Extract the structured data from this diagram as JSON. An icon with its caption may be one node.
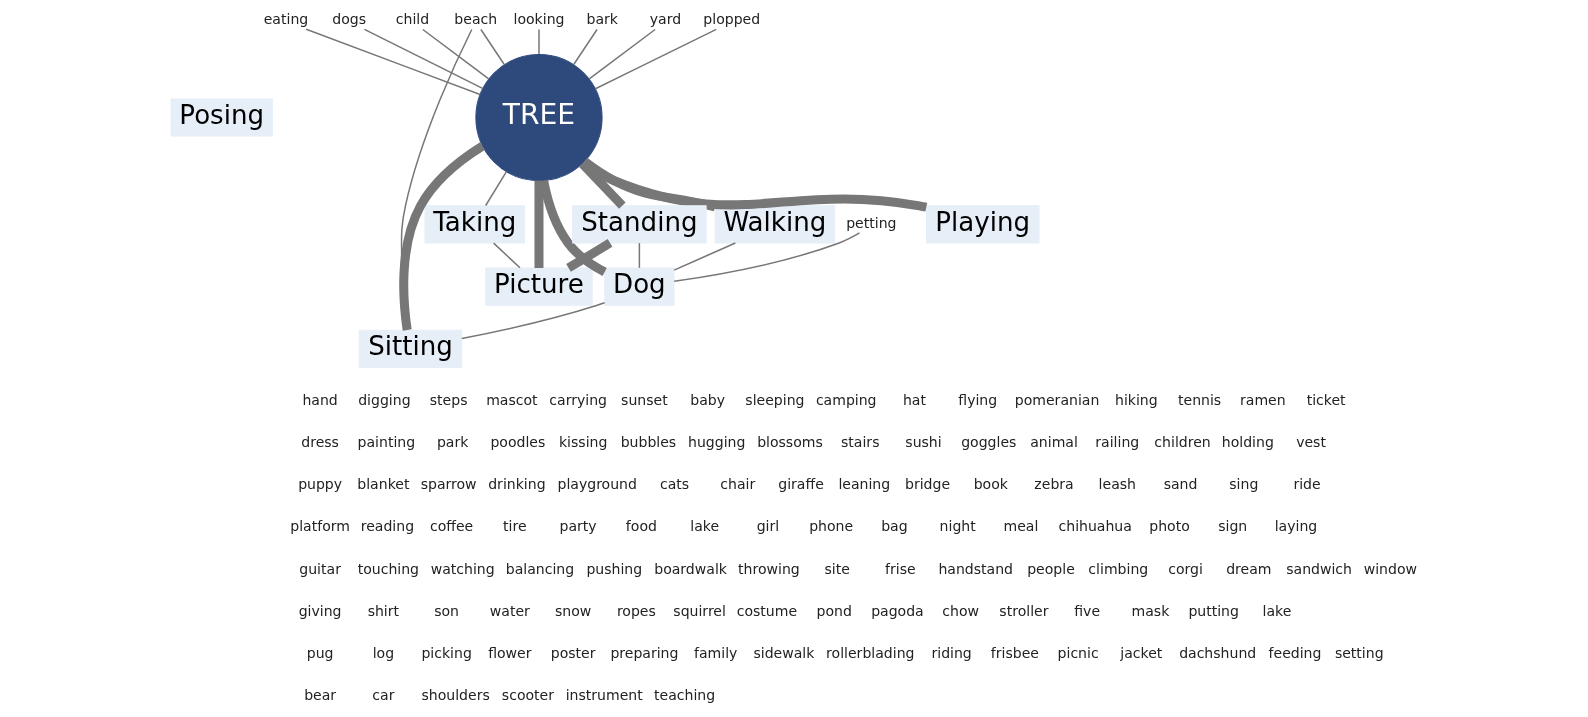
{
  "diagram": {
    "nodes": [
      {
        "text": [
          "TREE"
        ]
      },
      {
        "text": [
          "Taking"
        ]
      },
      {
        "text": [
          "Walking"
        ]
      },
      {
        "text": [
          "Playing"
        ]
      },
      {
        "text": [
          "Picture"
        ]
      },
      {
        "text": [
          "Dog"
        ]
      },
      {
        "text": [
          "Sitting"
        ]
      },
      {
        "text": [
          "Standing"
        ]
      },
      {
        "text": [
          "Posing"
        ]
      },
      {
        "text": [
          "beach"
        ]
      },
      {
        "text": [
          "eating"
        ]
      },
      {
        "text": [
          "dogs"
        ]
      },
      {
        "text": [
          "child"
        ]
      },
      {
        "text": [
          "looking"
        ]
      },
      {
        "text": [
          "bark"
        ]
      },
      {
        "text": [
          "yard"
        ]
      },
      {
        "text": [
          "plopped"
        ]
      },
      {
        "text": [
          "petting"
        ]
      }
    ],
    "edges": [
      {
        "from": 0,
        "to": 1,
        "arrow": "none"
      },
      {
        "from": 0,
        "to": 2,
        "arrow": "none",
        "style": "thick"
      },
      {
        "from": 0,
        "to": 3,
        "arrow": "none",
        "style": "thick"
      },
      {
        "from": 0,
        "to": 4,
        "arrow": "none",
        "style": "thick"
      },
      {
        "from": 0,
        "to": 5,
        "arrow": "none",
        "style": "thick"
      },
      {
        "from": 0,
        "to": 6,
        "arrow": "none",
        "style": "thick"
      },
      {
        "from": 0,
        "to": 7,
        "arrow": "none",
        "style": "thick"
      },
      {
        "from": 7,
        "to": 4,
        "arrow": "none",
        "style": "thick"
      },
      {
        "from": 1,
        "to": 4,
        "arrow": "none"
      },
      {
        "from": 2,
        "to": 5,
        "arrow": "none"
      },
      {
        "from": 5,
        "to": 6,
        "arrow": "none"
      },
      {
        "from": 7,
        "to": 5,
        "arrow": "none"
      },
      {
        "from": 9,
        "to": 0,
        "arrow": "none"
      },
      {
        "from": 9,
        "to": 6,
        "arrow": "none"
      },
      {
        "from": 10,
        "to": 0,
        "arrow": "none"
      },
      {
        "from": 11,
        "to": 0,
        "arrow": "none"
      },
      {
        "from": 12,
        "to": 0,
        "arrow": "none"
      },
      {
        "from": 13,
        "to": 0,
        "arrow": "none"
      },
      {
        "from": 14,
        "to": 0,
        "arrow": "none"
      },
      {
        "from": 15,
        "to": 0,
        "arrow": "none"
      },
      {
        "from": 16,
        "to": 0,
        "arrow": "none"
      },
      {
        "from": 17,
        "to": 5,
        "arrow": "none"
      }
    ],
    "labels": [
      "hand",
      "digging",
      "steps",
      "mascot",
      "carrying",
      "sunset",
      "baby",
      "sleeping",
      "camping",
      "hat",
      "flying",
      "pomeranian",
      "hiking",
      "tennis",
      "ramen",
      "ticket",
      "dress",
      "painting",
      "park",
      "poodles",
      "kissing",
      "bubbles",
      "hugging",
      "blossoms",
      "stairs",
      "sushi",
      "goggles",
      "animal",
      "railing",
      "children",
      "holding",
      "vest",
      "puppy",
      "blanket",
      "sparrow",
      "drinking",
      "playground",
      "cats",
      "chair",
      "giraffe",
      "leaning",
      "bridge",
      "book",
      "zebra",
      "leash",
      "sand",
      "sing",
      "ride",
      "platform",
      "reading",
      "coffee",
      "tire",
      "party",
      "food",
      "lake",
      "girl",
      "phone",
      "bag",
      "night",
      "meal",
      "chihuahua",
      "photo",
      "sign",
      "laying",
      "guitar",
      "touching",
      "watching",
      "balancing",
      "pushing",
      "boardwalk",
      "throwing",
      "site",
      "frise",
      "handstand",
      "people",
      "climbing",
      "corgi",
      "dream",
      "sandwich",
      "window",
      "giving",
      "shirt",
      "son",
      "water",
      "snow",
      "ropes",
      "squirrel",
      "costume",
      "pond",
      "pagoda",
      "chow",
      "stroller",
      "five",
      "mask",
      "putting",
      "lake",
      "pug",
      "log",
      "picking",
      "flower",
      "poster",
      "preparing",
      "family",
      "sidewalk",
      "rollerblading",
      "riding",
      "frisbee",
      "picnic",
      "jacket",
      "dachshund",
      "feeding",
      "setting",
      "bear",
      "car",
      "shoulders",
      "scooter",
      "instrument",
      "teaching"
    ]
  }
}
